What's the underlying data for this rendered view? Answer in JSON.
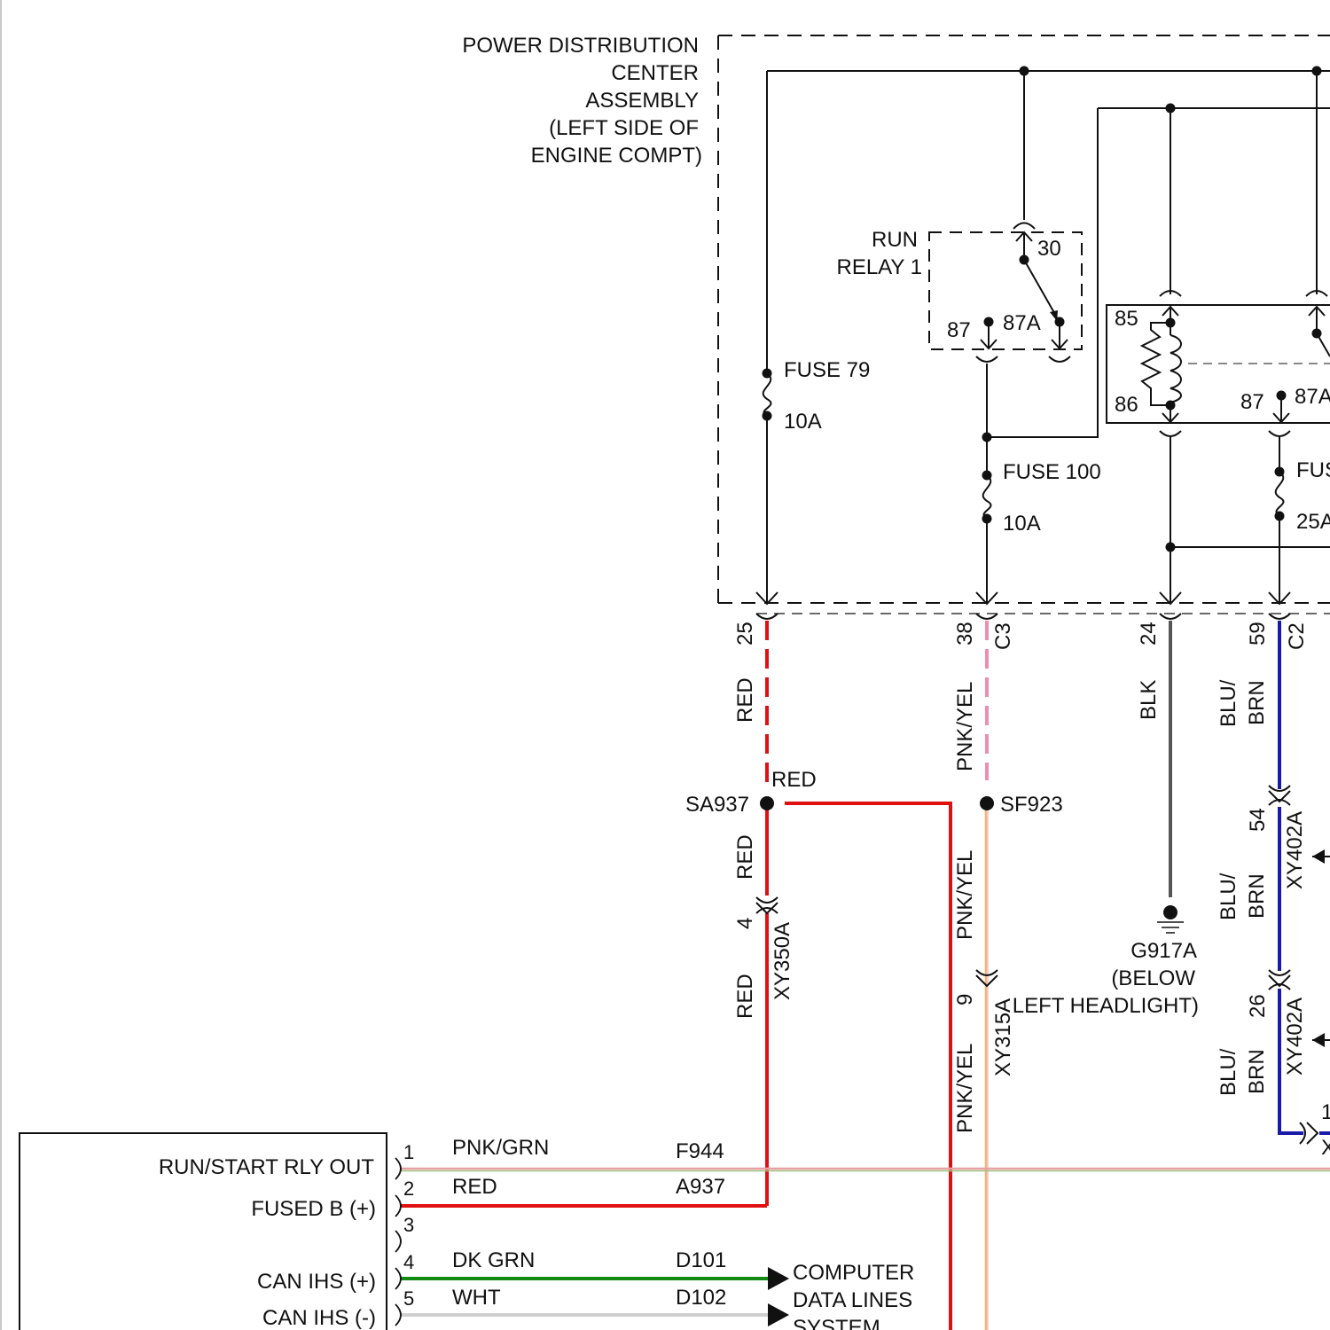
{
  "pdc": {
    "title_lines": [
      "POWER DISTRIBUTION",
      "CENTER",
      "ASSEMBLY",
      "(LEFT SIDE OF",
      "ENGINE COMPT)"
    ]
  },
  "run_relay": {
    "name_lines": [
      "RUN",
      "RELAY 1"
    ],
    "pin_30": "30",
    "pin_87": "87",
    "pin_87a": "87A"
  },
  "relay2": {
    "pin_85": "85",
    "pin_86": "86",
    "pin_87": "87",
    "pin_87a": "87A"
  },
  "fuses": {
    "fuse79_name": "FUSE 79",
    "fuse79_rating": "10A",
    "fuse100_name": "FUSE 100",
    "fuse100_rating": "10A",
    "fuse_right_name": "FUS",
    "fuse_right_rating": "25A"
  },
  "connectors": {
    "c25": "25",
    "c38": "38",
    "c3": "C3",
    "c24": "24",
    "c59": "59",
    "c2": "C2",
    "xy350a_pin": "4",
    "xy350a": "XY350A",
    "xy315a_pin": "9",
    "xy315a": "XY315A",
    "xy402a_pin1": "54",
    "xy402a_1": "XY402A",
    "xy402a_pin2": "26",
    "xy402a_2": "XY402A",
    "right_pin": "1",
    "right_id": "X"
  },
  "wires": {
    "red_top": "RED",
    "red_splice": "RED",
    "red_mid": "RED",
    "red_low": "RED",
    "pnk_yel_top": "PNK/YEL",
    "pnk_yel_mid": "PNK/YEL",
    "pnk_yel_low": "PNK/YEL",
    "blk": "BLK",
    "blu_brn_1": "BLU/\nBRN",
    "blu_brn_2": "BLU/\nBRN",
    "blu_brn_3": "BLU/\nBRN"
  },
  "splices": {
    "sa937": "SA937",
    "sf923": "SF923"
  },
  "ground": {
    "id": "G917A",
    "desc_lines": [
      "(BELOW",
      "LEFT HEADLIGHT)"
    ]
  },
  "module": {
    "pins": [
      {
        "num": "1",
        "label": "RUN/START RLY OUT",
        "color": "PNK/GRN",
        "circuit": "F944"
      },
      {
        "num": "2",
        "label": "FUSED B (+)",
        "color": "RED",
        "circuit": "A937"
      },
      {
        "num": "3",
        "label": "",
        "color": "",
        "circuit": ""
      },
      {
        "num": "4",
        "label": "CAN IHS (+)",
        "color": "DK GRN",
        "circuit": "D101"
      },
      {
        "num": "5",
        "label": "CAN IHS (-)",
        "color": "WHT",
        "circuit": "D102"
      }
    ]
  },
  "data_lines": {
    "lines": [
      "COMPUTER",
      "DATA LINES",
      "SYSTEM"
    ]
  },
  "colors": {
    "red": "#e01010",
    "pink": "#f08cb4",
    "orange": "#f5b46e",
    "black": "#555555",
    "blue": "#1a1aa8",
    "green": "#128a12",
    "white_wire": "#cfcfcf",
    "pnk_grn": "#e9a0a0"
  }
}
